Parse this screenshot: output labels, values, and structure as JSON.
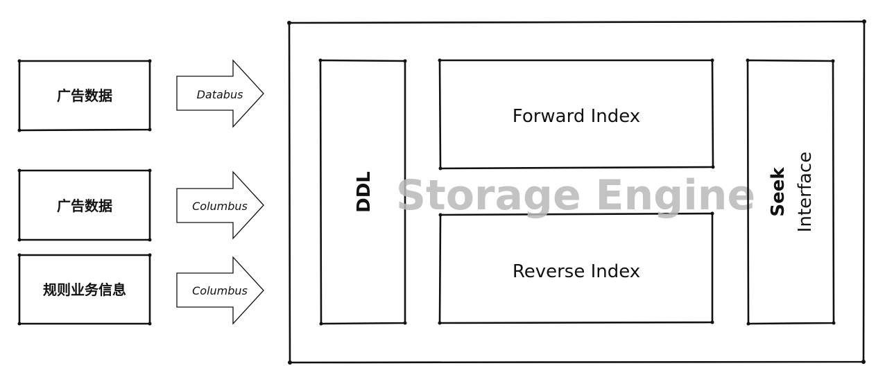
{
  "sources": [
    {
      "label": "广告数据",
      "arrow_label": "Databus"
    },
    {
      "label": "广告数据",
      "arrow_label": "Columbus"
    },
    {
      "label": "规则业务信息",
      "arrow_label": "Columbus"
    }
  ],
  "engine": {
    "title": "Storage Engine",
    "ddl_label": "DDL",
    "forward_index_label": "Forward Index",
    "reverse_index_label": "Reverse Index",
    "seek_line1": "Seek",
    "seek_line2": "Interface"
  }
}
